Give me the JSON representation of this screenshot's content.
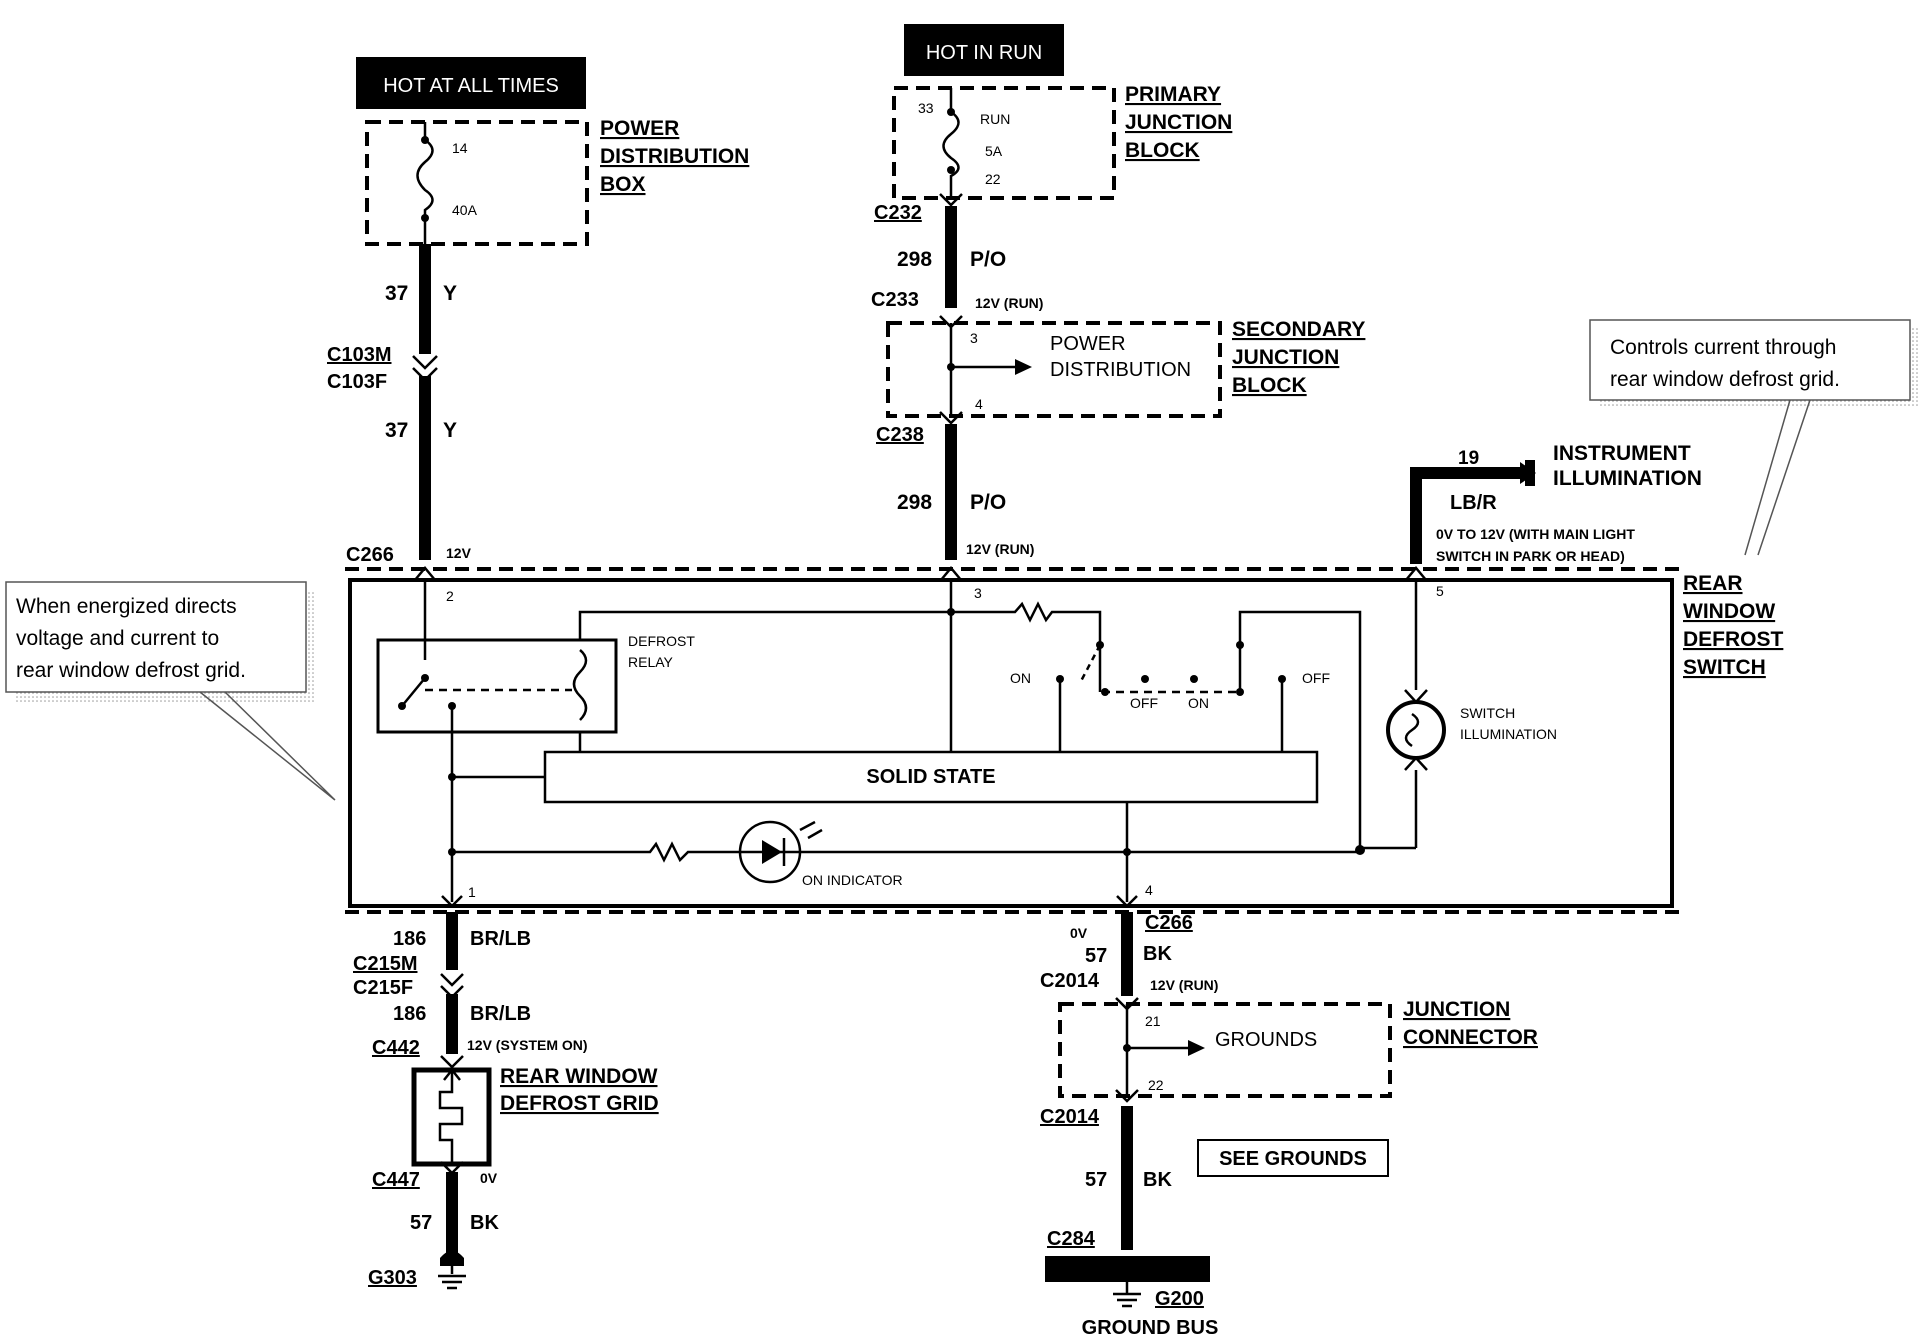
{
  "hot_at_all_times": "HOT AT ALL TIMES",
  "hot_in_run": "HOT IN RUN",
  "power_distribution_box": [
    "POWER",
    "DISTRIBUTION",
    "BOX"
  ],
  "pdb_pins": {
    "top": "14",
    "fuse": "40A"
  },
  "primary_junction_block": [
    "PRIMARY",
    "JUNCTION",
    "BLOCK"
  ],
  "pjb_pins": {
    "in": "33",
    "run": "RUN",
    "fuse": "5A",
    "out": "22"
  },
  "secondary_junction_block": [
    "SECONDARY",
    "JUNCTION",
    "BLOCK"
  ],
  "sjb_text": [
    "POWER",
    "DISTRIBUTION"
  ],
  "sjb_pins": {
    "in": "3",
    "out": "4"
  },
  "left_wires": {
    "num1": "37",
    "color1": "Y",
    "c103m": "C103M",
    "c103f": "C103F",
    "num2": "37",
    "color2": "Y",
    "c266": "C266",
    "volt": "12V"
  },
  "mid_wires": {
    "c232": "C232",
    "num1": "298",
    "color1": "P/O",
    "c233": "C233",
    "volt1": "12V (RUN)",
    "c238": "C238",
    "num2": "298",
    "color2": "P/O",
    "volt2": "12V (RUN)"
  },
  "illum": {
    "num": "19",
    "color": "LB/R",
    "label": [
      "INSTRUMENT",
      "ILLUMINATION"
    ],
    "volt": [
      "0V TO 12V (WITH MAIN LIGHT",
      "SWITCH IN PARK OR HEAD)"
    ]
  },
  "callout_right": [
    "Controls  current  through",
    "rear window defrost grid."
  ],
  "callout_left": [
    "When  energized  directs",
    "voltage   and   current   to",
    "rear window defrost grid."
  ],
  "switch_label": [
    "REAR",
    "WINDOW",
    "DEFROST",
    "SWITCH"
  ],
  "switch_internals": {
    "pin2": "2",
    "pin3": "3",
    "pin5": "5",
    "pin1": "1",
    "pin4": "4",
    "relay": [
      "DEFROST",
      "RELAY"
    ],
    "on1": "ON",
    "off1": "OFF",
    "on2": "ON",
    "off2": "OFF",
    "solid_state": "SOLID STATE",
    "on_indicator": "ON INDICATOR",
    "switch_illum": [
      "SWITCH",
      "ILLUMINATION"
    ]
  },
  "bottom_left": {
    "num1": "186",
    "color1": "BR/LB",
    "c215m": "C215M",
    "c215f": "C215F",
    "num2": "186",
    "color2": "BR/LB",
    "c442": "C442",
    "volt": "12V (SYSTEM ON)",
    "grid": [
      "REAR WINDOW",
      "DEFROST GRID"
    ],
    "c447": "C447",
    "volt0": "0V",
    "num3": "57",
    "color3": "BK",
    "ground": "G303"
  },
  "bottom_right": {
    "c266": "C266",
    "volt0": "0V",
    "num1": "57",
    "color1": "BK",
    "c2014a": "C2014",
    "volt": "12V (RUN)",
    "pin21": "21",
    "grounds": "GROUNDS",
    "pin22": "22",
    "jc": [
      "JUNCTION",
      "CONNECTOR"
    ],
    "c2014b": "C2014",
    "see_grounds": "SEE GROUNDS",
    "num2": "57",
    "color2": "BK",
    "c284": "C284",
    "g200": "G200",
    "ground_bus": "GROUND BUS"
  }
}
